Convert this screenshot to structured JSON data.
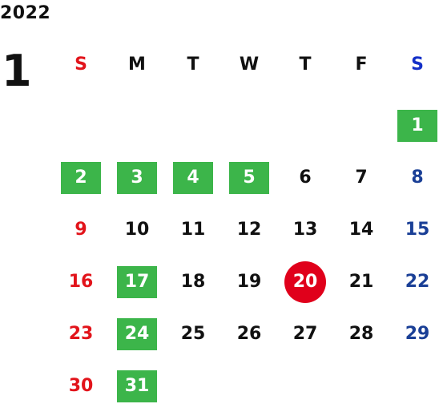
{
  "calendar": {
    "year": "2022",
    "month": "1",
    "weekdays": [
      "S",
      "M",
      "T",
      "W",
      "T",
      "F",
      "S"
    ],
    "days": [
      {
        "label": "1",
        "col": 6,
        "row": 0,
        "holiday": true
      },
      {
        "label": "2",
        "col": 0,
        "row": 1,
        "holiday": true
      },
      {
        "label": "3",
        "col": 1,
        "row": 1,
        "holiday": true
      },
      {
        "label": "4",
        "col": 2,
        "row": 1,
        "holiday": true
      },
      {
        "label": "5",
        "col": 3,
        "row": 1,
        "holiday": true
      },
      {
        "label": "6",
        "col": 4,
        "row": 1
      },
      {
        "label": "7",
        "col": 5,
        "row": 1
      },
      {
        "label": "8",
        "col": 6,
        "row": 1
      },
      {
        "label": "9",
        "col": 0,
        "row": 2
      },
      {
        "label": "10",
        "col": 1,
        "row": 2
      },
      {
        "label": "11",
        "col": 2,
        "row": 2
      },
      {
        "label": "12",
        "col": 3,
        "row": 2
      },
      {
        "label": "13",
        "col": 4,
        "row": 2
      },
      {
        "label": "14",
        "col": 5,
        "row": 2
      },
      {
        "label": "15",
        "col": 6,
        "row": 2
      },
      {
        "label": "16",
        "col": 0,
        "row": 3
      },
      {
        "label": "17",
        "col": 1,
        "row": 3,
        "holiday": true
      },
      {
        "label": "18",
        "col": 2,
        "row": 3
      },
      {
        "label": "19",
        "col": 3,
        "row": 3
      },
      {
        "label": "20",
        "col": 4,
        "row": 3,
        "today": true
      },
      {
        "label": "21",
        "col": 5,
        "row": 3
      },
      {
        "label": "22",
        "col": 6,
        "row": 3
      },
      {
        "label": "23",
        "col": 0,
        "row": 4
      },
      {
        "label": "24",
        "col": 1,
        "row": 4,
        "holiday": true
      },
      {
        "label": "25",
        "col": 2,
        "row": 4
      },
      {
        "label": "26",
        "col": 3,
        "row": 4
      },
      {
        "label": "27",
        "col": 4,
        "row": 4
      },
      {
        "label": "28",
        "col": 5,
        "row": 4
      },
      {
        "label": "29",
        "col": 6,
        "row": 4
      },
      {
        "label": "30",
        "col": 0,
        "row": 5
      },
      {
        "label": "31",
        "col": 1,
        "row": 5,
        "holiday": true
      }
    ]
  },
  "colors": {
    "sunday": "#e2141b",
    "saturday_header": "#1430c8",
    "saturday_date": "#1a3f96",
    "holiday_bg": "#3cb54a",
    "today_bg": "#e0001b",
    "text": "#111111"
  }
}
